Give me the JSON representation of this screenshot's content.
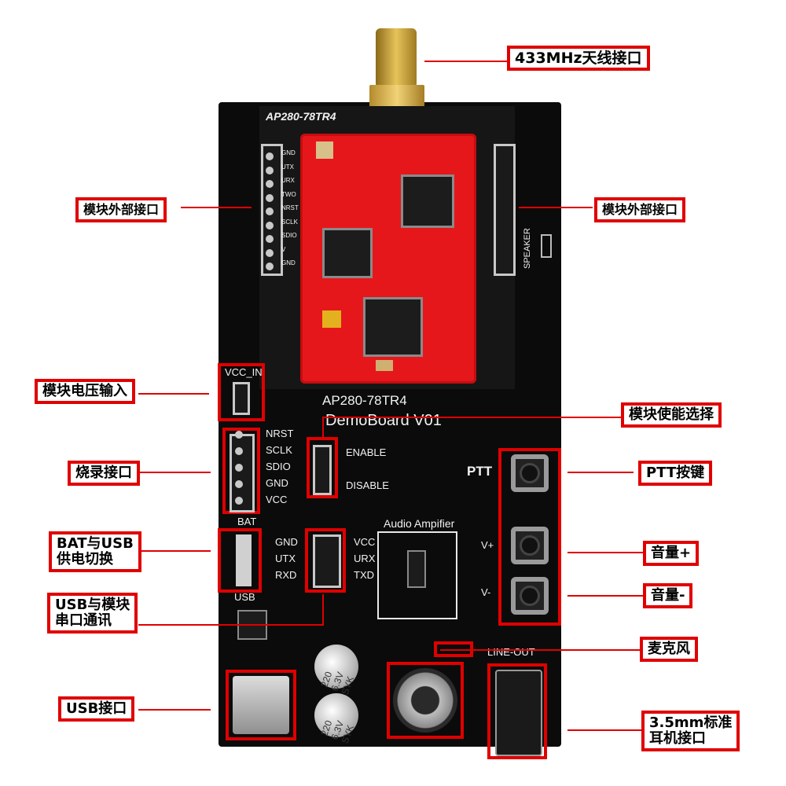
{
  "board": {
    "module_silk": "AP280-78TR4",
    "board_title_line1": "AP280-78TR4",
    "board_title_line2": "DemoBoard V01",
    "left_header_pins": [
      "GND",
      "UTX",
      "URX",
      "TWO",
      "NRST",
      "SCLK",
      "SDIO",
      "V",
      "GND"
    ],
    "speaker_label": "SPEAKER",
    "vcc_in_label": "VCC_IN",
    "prog_pins": [
      "NRST",
      "SCLK",
      "SDIO",
      "GND",
      "VCC"
    ],
    "enable_label": "ENABLE",
    "disable_label": "DISABLE",
    "bat_label": "BAT",
    "usb_label": "USB",
    "switch_pins": [
      "GND",
      "UTX",
      "RXD"
    ],
    "serial_pins": [
      "VCC",
      "URX",
      "TXD"
    ],
    "amp_label": "Audio Ampifier",
    "ptt_label": "PTT",
    "vplus_label": "V+",
    "vminus_label": "V-",
    "lineout_label": "LINE-OUT",
    "cap_text": "220 6.3V SYK"
  },
  "callouts": {
    "antenna": "433MHz天线接口",
    "ext_left": "模块外部接口",
    "ext_right": "模块外部接口",
    "vcc_in": "模块电压输入",
    "enable_sel": "模块使能选择",
    "burn": "烧录接口",
    "ptt": "PTT按键",
    "power_switch_1": "BAT与USB",
    "power_switch_2": "供电切换",
    "vol_up": "音量+",
    "vol_down": "音量-",
    "usb_serial_1": "USB与模块",
    "usb_serial_2": "串口通讯",
    "mic": "麦克风",
    "usb_port": "USB接口",
    "jack_1": "3.5mm标准",
    "jack_2": "耳机接口"
  },
  "colors": {
    "callout_border": "#e00000",
    "pcb": "#0b0b0b",
    "module": "#e6171b",
    "gold": "#e7c35a"
  }
}
